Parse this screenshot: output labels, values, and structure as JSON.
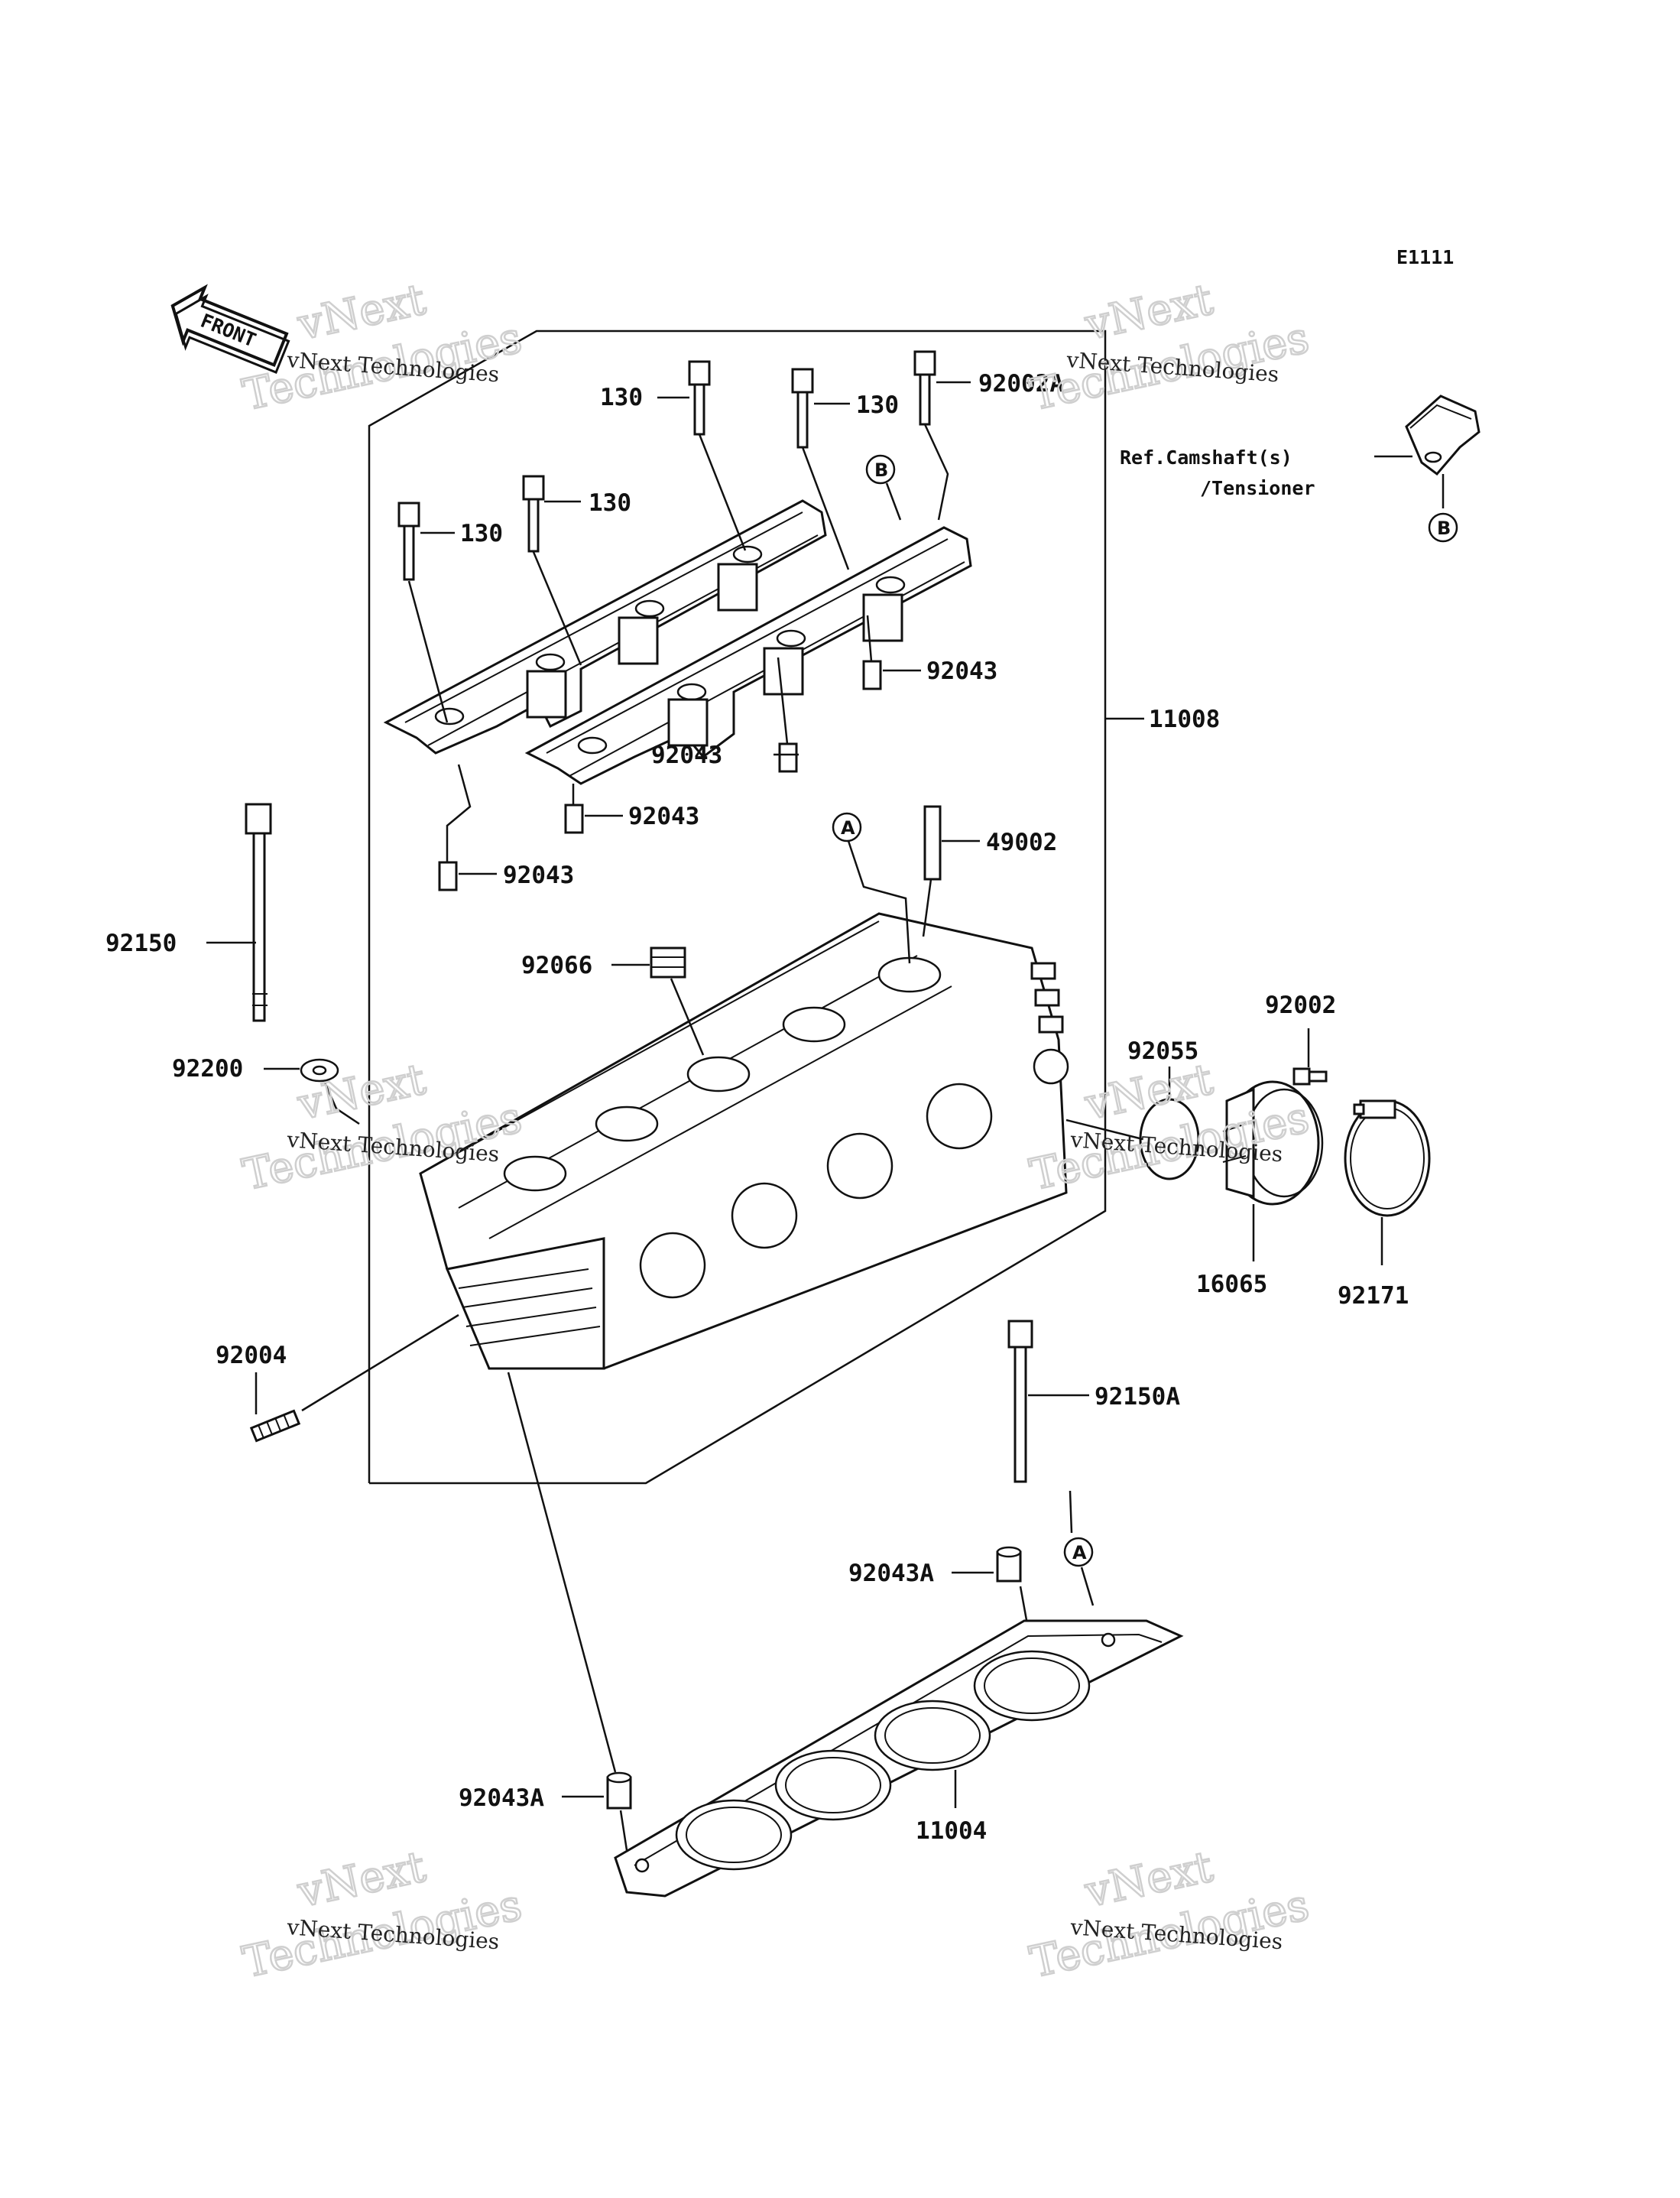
{
  "diagram_code": "E1111",
  "front_label": "FRONT",
  "reference_note": {
    "line1": "Ref.Camshaft(s)",
    "line2": "/Tensioner"
  },
  "watermark": {
    "line1": "vNext Technologies",
    "line2": "vNext",
    "line3": "Technologies"
  },
  "callouts": {
    "a": "A",
    "b": "B"
  },
  "part_labels": {
    "bolt_130_a": "130",
    "bolt_130_b": "130",
    "bolt_130_c": "130",
    "bolt_130_d": "130",
    "bolt_92002a": "92002A",
    "dowel_92043_a": "92043",
    "dowel_92043_b": "92043",
    "dowel_92043_c": "92043",
    "dowel_92043_d": "92043",
    "head_assy_11008": "11008",
    "guide_49002": "49002",
    "plug_92066": "92066",
    "bolt_92150": "92150",
    "washer_92200": "92200",
    "bolt_92002": "92002",
    "ring_92055": "92055",
    "holder_16065": "16065",
    "clamp_92171": "92171",
    "stud_92004": "92004",
    "bolt_92150a": "92150A",
    "dowel_92043a_top": "92043A",
    "dowel_92043a_bottom": "92043A",
    "gasket_11004": "11004"
  }
}
